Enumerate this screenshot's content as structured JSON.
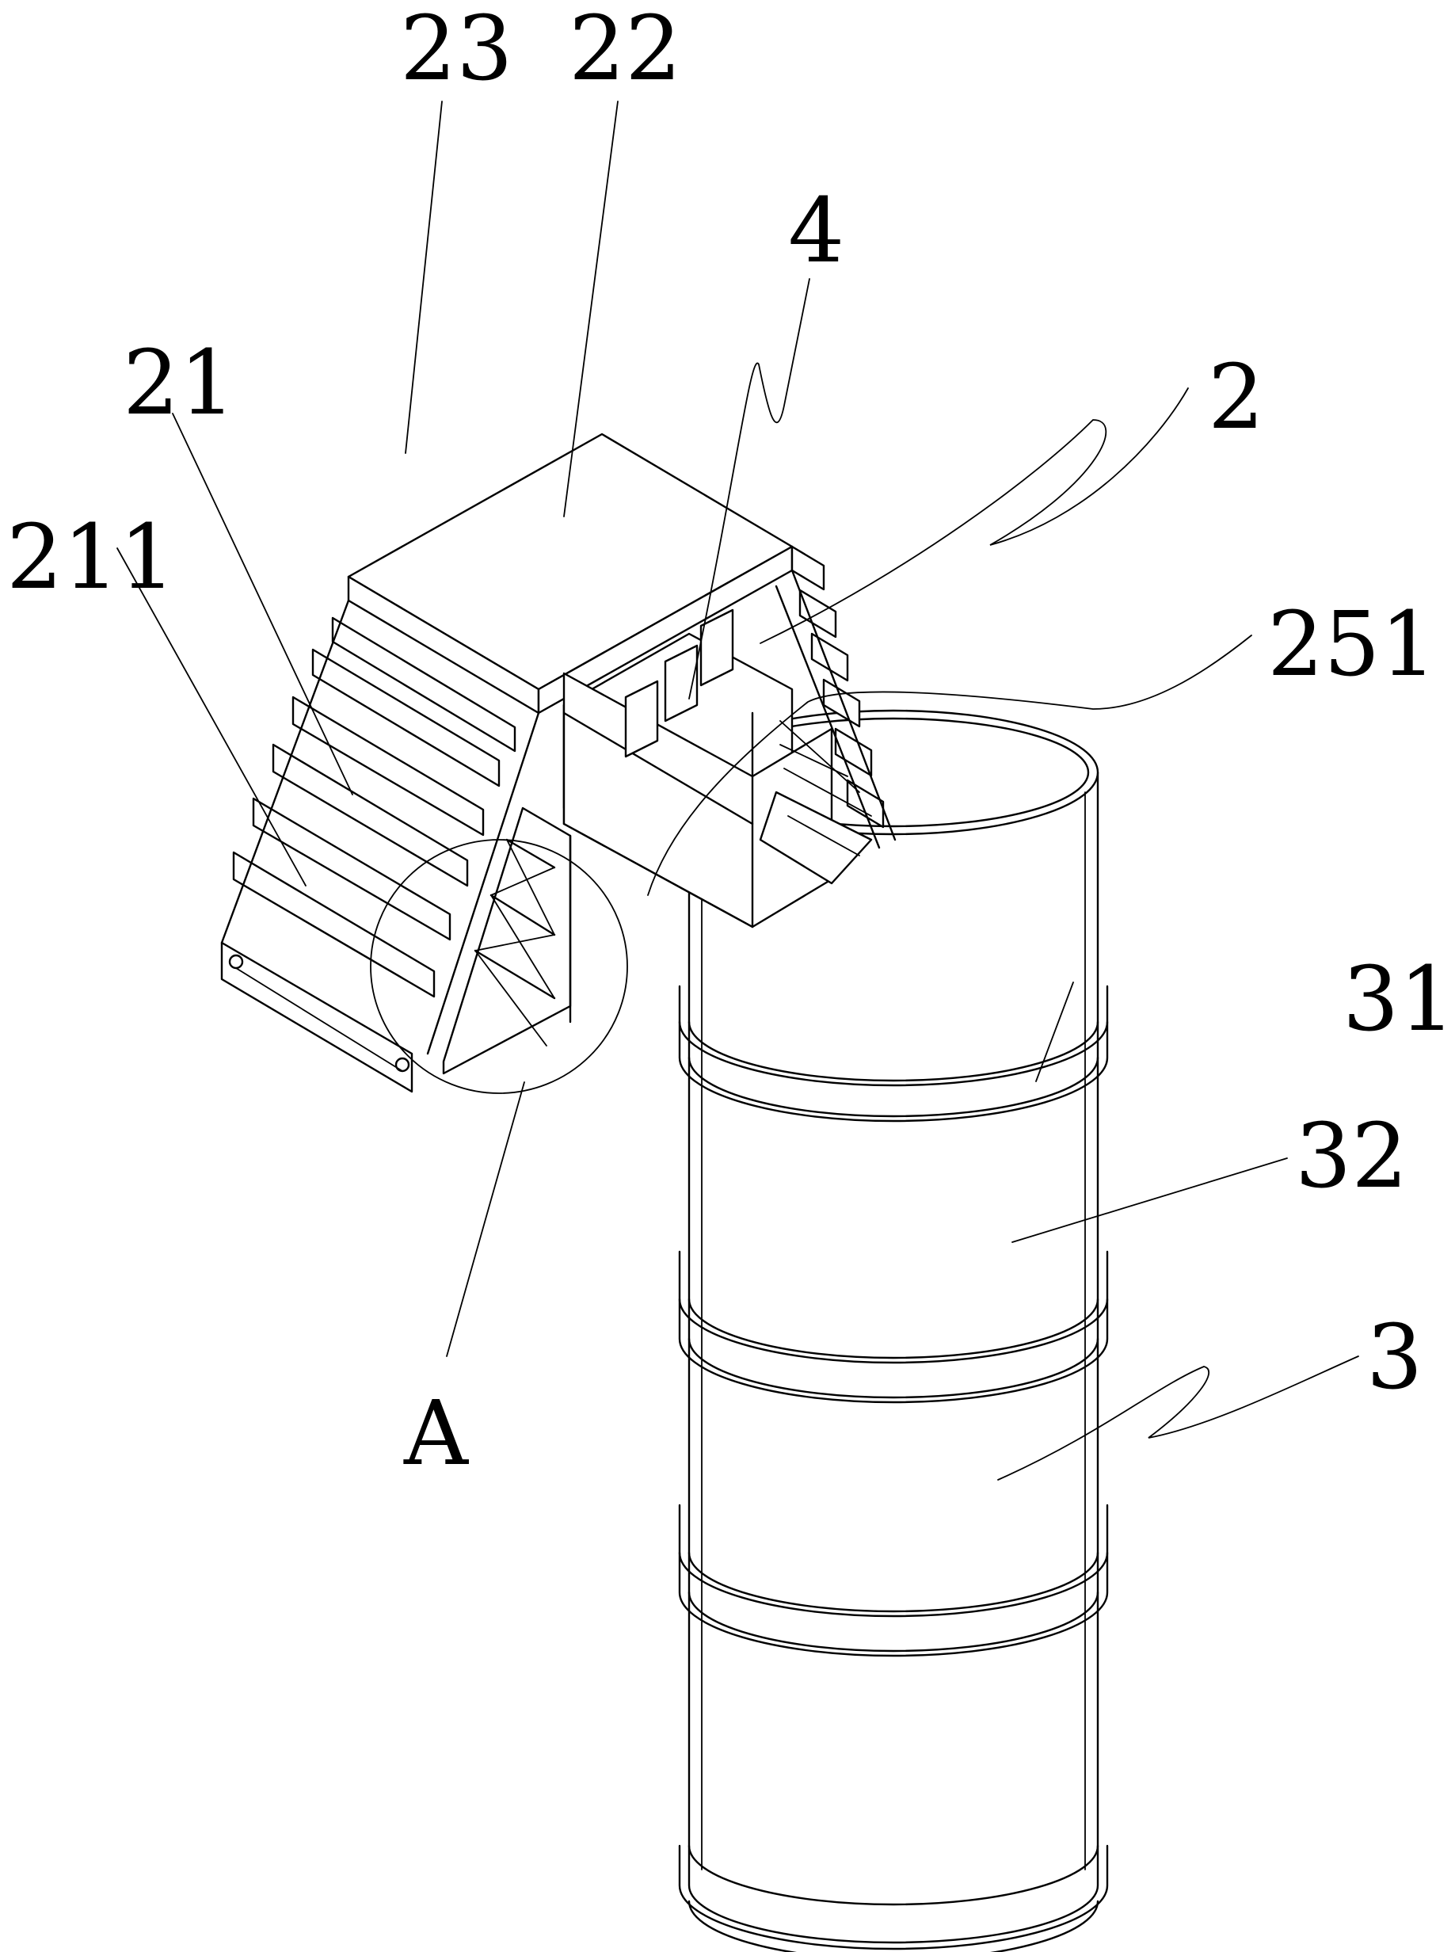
{
  "labels": {
    "l23": "23",
    "l22": "22",
    "l4": "4",
    "l21": "21",
    "l2": "2",
    "l211": "211",
    "l251": "251",
    "l31": "31",
    "l32": "32",
    "l3": "3",
    "lA": "A"
  },
  "colors": {
    "line": "#000000",
    "background": "#ffffff"
  }
}
